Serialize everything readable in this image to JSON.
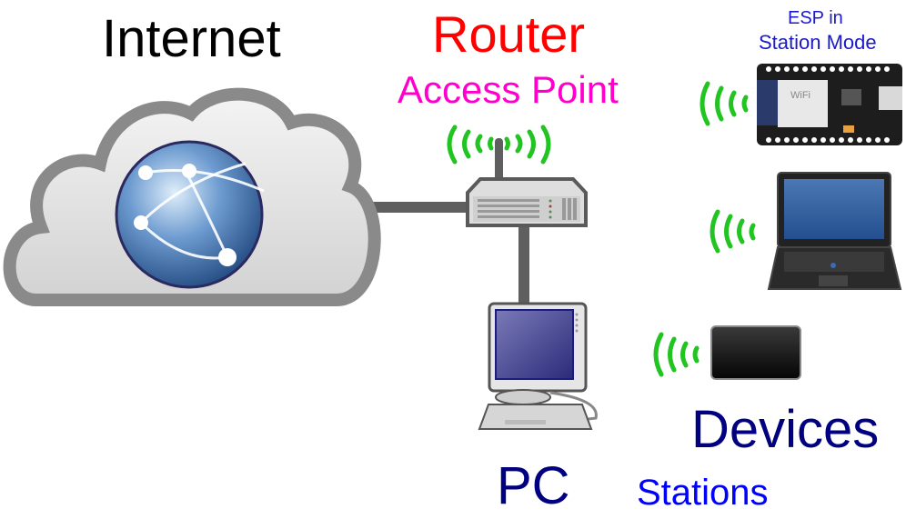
{
  "labels": {
    "internet": "Internet",
    "router": "Router",
    "access_point": "Access Point",
    "esp_line1": "ESP in",
    "esp_line2": "Station Mode",
    "devices": "Devices",
    "pc": "PC",
    "stations": "Stations"
  },
  "colors": {
    "internet": "#000000",
    "router": "#ff0000",
    "access_point": "#ff00cc",
    "esp": "#1a1acc",
    "devices": "#000080",
    "pc": "#000080",
    "stations": "#0000ff",
    "wifi_waves": "#22c422",
    "cable": "#5f5f5f"
  },
  "nodes": [
    {
      "id": "internet",
      "icon": "cloud-globe-icon"
    },
    {
      "id": "router",
      "icon": "router-icon"
    },
    {
      "id": "pc",
      "icon": "desktop-pc-icon"
    },
    {
      "id": "esp",
      "icon": "esp-board-icon"
    },
    {
      "id": "laptop",
      "icon": "laptop-icon"
    },
    {
      "id": "tablet",
      "icon": "tablet-icon"
    }
  ],
  "links": [
    {
      "from": "internet",
      "to": "router",
      "type": "wired"
    },
    {
      "from": "router",
      "to": "pc",
      "type": "wired"
    },
    {
      "from": "router",
      "to": "esp",
      "type": "wireless"
    },
    {
      "from": "router",
      "to": "laptop",
      "type": "wireless"
    },
    {
      "from": "router",
      "to": "tablet",
      "type": "wireless"
    }
  ]
}
